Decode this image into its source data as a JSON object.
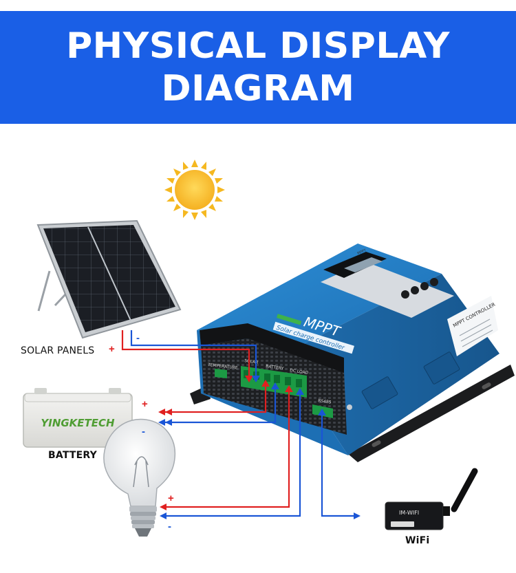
{
  "title": {
    "line1": "PHYSICAL DISPLAY",
    "line2": "DIAGRAM"
  },
  "components": {
    "solar_panels": "SOLAR PANELS",
    "battery": "BATTERY",
    "battery_brand": "YINGKETECH",
    "wifi": "WiFi",
    "controller_brand": "MPPT",
    "controller_subtitle": "Solar charge controller",
    "controller_sticker": "MPPT CONTROLLER",
    "controller_panel_label": "MPPT",
    "wifi_device_label": "IM-WIFI"
  },
  "terminal_labels": {
    "temperature": "TEMPERATURE",
    "solar": "SOLAR",
    "battery": "BATTERY",
    "dc_load": "DC LOAD",
    "rs485": "RS485"
  },
  "signs": {
    "plus": "+",
    "minus": "-"
  },
  "colors": {
    "banner": "#1a5fe6",
    "positive_wire": "#e02020",
    "negative_wire": "#1a55d6",
    "controller": "#2a86c9",
    "sun": "#f5b820"
  }
}
